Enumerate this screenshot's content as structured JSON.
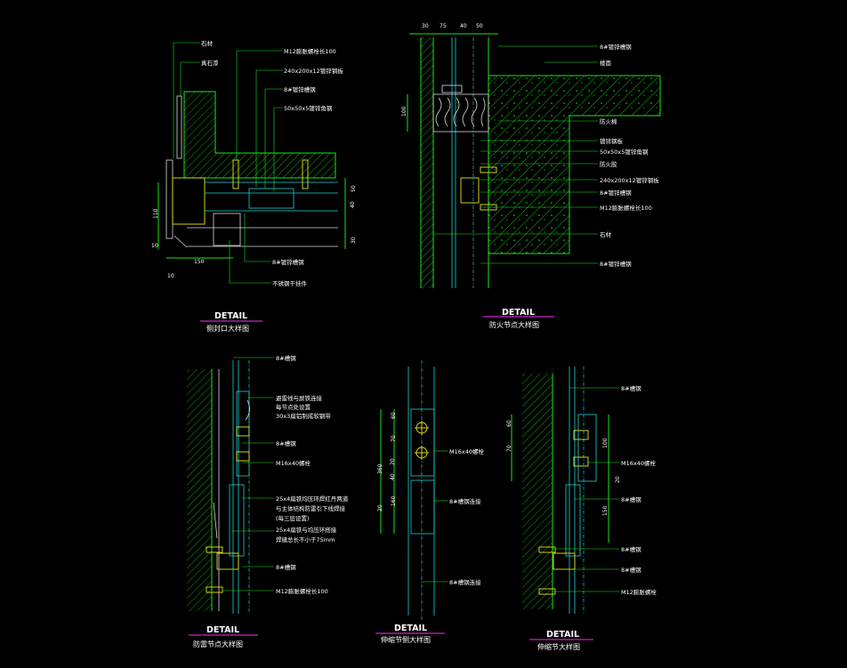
{
  "details": {
    "d1": {
      "title": "DETAIL",
      "subtitle": "侧封口大样图",
      "labels": {
        "stone": "石材",
        "glue": "真石漆",
        "bolt": "M12膨胀螺栓长100",
        "plate": "240x200x12镀锌钢板",
        "channel": "8#镀锌槽钢",
        "angle": "50x50x5镀锌角钢",
        "channel2": "8#镀锌槽钢",
        "hanger": "不锈钢干挂件"
      },
      "dims": {
        "d150": "150",
        "d10a": "10",
        "d10b": "10",
        "d110": "110",
        "d50": "50",
        "d40": "40",
        "d30": "30"
      }
    },
    "d2": {
      "title": "DETAIL",
      "subtitle": "防火节点大样图",
      "labels": {
        "channel_top": "8#镀锌槽钢",
        "slab": "楼面",
        "fireproof_wool": "防火棉",
        "galv_plate": "镀锌钢板",
        "angle": "50x50x5镀锌角钢",
        "fire_glue": "防火胶",
        "plate": "240x200x12镀锌钢板",
        "channel": "8#镀锌槽钢",
        "bolt": "M12膨胀螺栓长100",
        "stone": "石材",
        "channel_bottom": "8#镀锌槽钢"
      },
      "dims": {
        "d30": "30",
        "d75": "75",
        "d40": "40",
        "d50": "50",
        "d100": "100"
      }
    },
    "d3": {
      "title": "DETAIL",
      "subtitle": "防雷节点大样图",
      "labels": {
        "channel_top": "8#槽钢",
        "note1": "避雷线与屏铁连接",
        "note2": "每节点处设置",
        "note3": "30x3扁铝制成软钢带",
        "channel_mid": "8#槽钢",
        "bolt_m16": "M16x40螺栓",
        "note4": "25x4扁铁均压环焊红丹两道",
        "note5": "与主体结构防雷引下线焊接",
        "note6": "(每三层设置)",
        "note7": "25x4扁铁与均压环搭接",
        "note8": "焊缝总长不小于75mm",
        "channel_low": "8#槽钢",
        "bolt_m12": "M12膨胀螺栓长100"
      }
    },
    "d4": {
      "title": "DETAIL",
      "subtitle": "伸缩节侧大样图",
      "labels": {
        "bolt_m16": "M16x40螺栓",
        "channel_conn": "8#槽钢连接",
        "channel_conn2": "8#槽钢连接"
      },
      "dims": {
        "d60": "60",
        "d70": "70",
        "d20a": "20",
        "d40": "40",
        "d360": "360",
        "d160": "160",
        "d20b": "20"
      }
    },
    "d5": {
      "title": "DETAIL",
      "subtitle": "伸缩节大样图",
      "labels": {
        "channel1": "8#槽钢",
        "bolt_m16": "M16x40螺栓",
        "channel2": "8#槽钢",
        "channel3": "8#槽钢",
        "channel4": "8#槽钢",
        "bolt_m12": "M12膨胀螺栓"
      },
      "dims": {
        "d60": "60",
        "d70": "70",
        "d100": "100",
        "d20": "20",
        "d150": "150"
      }
    }
  }
}
